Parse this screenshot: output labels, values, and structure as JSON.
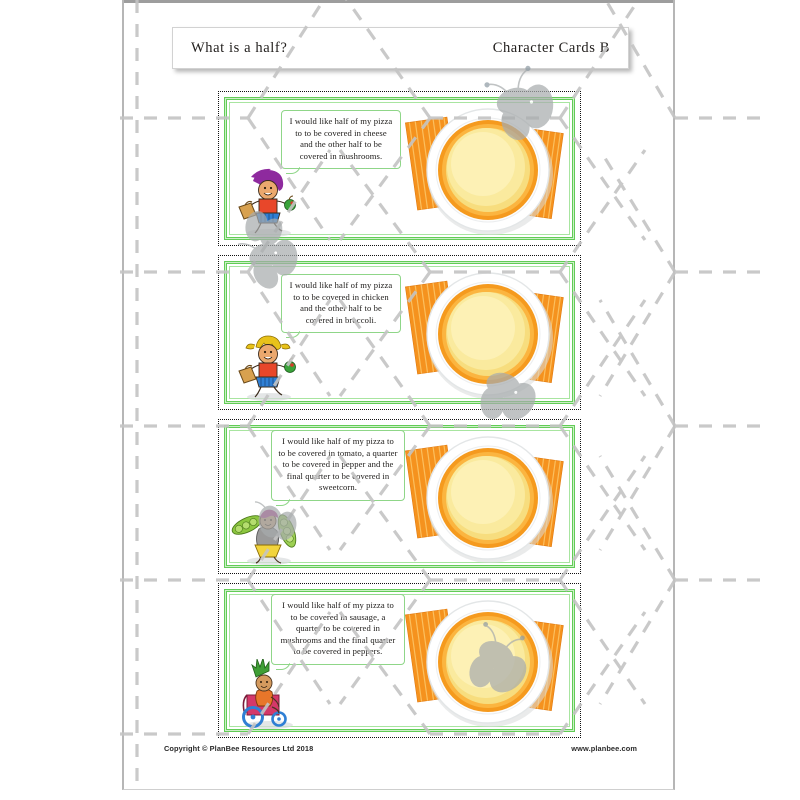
{
  "header": {
    "title": "What is a half?",
    "subject": "Character Cards B"
  },
  "footer": {
    "copyright": "Copyright © PlanBee Resources Ltd 2018",
    "website": "www.planbee.com"
  },
  "colors": {
    "card_frame_green": "#62cc57",
    "bubble_border_green": "#8fd688",
    "pizza_crust_orange": "#f59a1e",
    "pizza_cheese_yellow": "#faea9e",
    "placemat_orange": "#f5921e",
    "plate_white": "#ffffff",
    "cut_line_black": "#111111",
    "watermark_gray": "#c9c9c9"
  },
  "cards": [
    {
      "id": "card-1",
      "text": "I would like half of my pizza to to be covered in cheese and the other half to be covered in mushrooms.",
      "character": {
        "name": "girl-with-purple-hair",
        "hair_color": "#8e2a9e",
        "shirt_color": "#e8472a",
        "skirt_color": "#2f7fd4",
        "holds": "apple-and-bag"
      },
      "graphic": "pizza-on-plate"
    },
    {
      "id": "card-2",
      "text": "I would like half of my pizza to to be covered in chicken and the other half to be covered in broccoli.",
      "character": {
        "name": "girl-with-blonde-pigtails",
        "hair_color": "#e8c21a",
        "shirt_color": "#e8472a",
        "skirt_color": "#2f7fd4",
        "holds": "apple-and-bag"
      },
      "graphic": "pizza-on-plate"
    },
    {
      "id": "card-3",
      "text": "I would like half of my pizza to to be covered in tomato, a quarter to be covered in pepper and the final quarter to be covered in sweetcorn.",
      "character": {
        "name": "child-with-pea-pods",
        "hair_color": "#b03a8f",
        "shirt_color": "#8a8a8a",
        "skirt_color": "#e8c21a",
        "holds": "pea-pods"
      },
      "graphic": "pizza-on-plate"
    },
    {
      "id": "card-4",
      "text": "I would like half of my pizza to to be covered in sausage, a quarter to be covered in mushrooms and the final quarter to be covered in peppers.",
      "character": {
        "name": "child-in-wheelchair",
        "hair_color": "#3f9e35",
        "shirt_color": "#e8762a",
        "skirt_color": "#d4386a",
        "holds": "wheelchair"
      },
      "graphic": "pizza-on-plate"
    }
  ]
}
